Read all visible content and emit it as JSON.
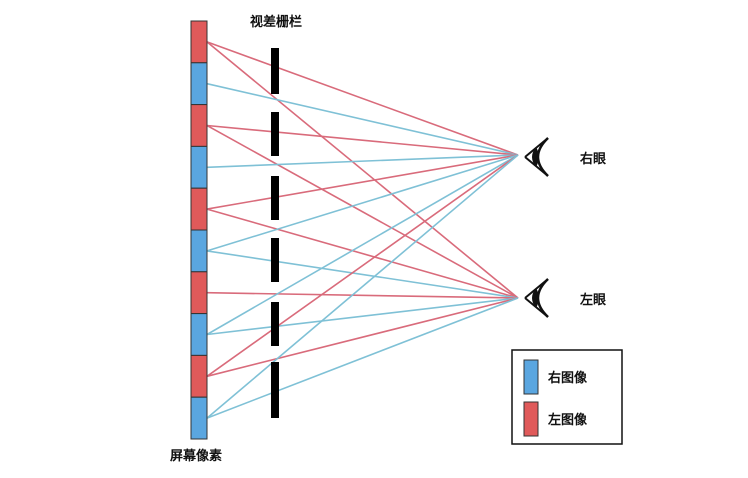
{
  "labels": {
    "barrier": "视差栅栏",
    "screen_pixels": "屏幕像素",
    "right_eye": "右眼",
    "left_eye": "左眼"
  },
  "legend": {
    "right_image": "右图像",
    "left_image": "左图像"
  },
  "colors": {
    "red_pixel": "#e05a5a",
    "blue_pixel": "#5aa6e0",
    "red_ray": "#d96b7b",
    "blue_ray": "#7fc1d6",
    "barrier": "#000000"
  },
  "pixel_column": {
    "sequence": [
      "red",
      "blue",
      "red",
      "blue",
      "red",
      "blue",
      "red",
      "blue",
      "red",
      "blue"
    ]
  }
}
